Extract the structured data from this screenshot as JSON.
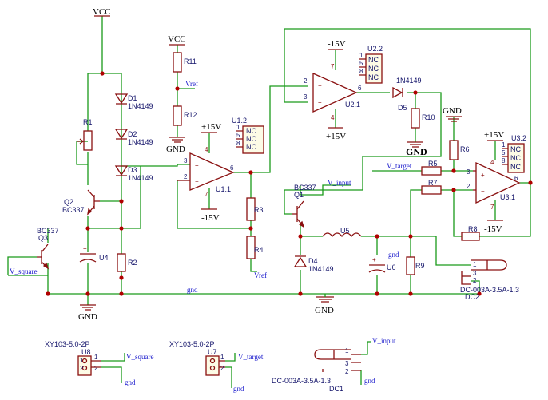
{
  "power": {
    "vcc_top": "VCC",
    "vcc_r11": "VCC",
    "gnd_r12": "GND",
    "gnd_left": "GND",
    "gnd_mid": "GND",
    "gnd_r10": "GND",
    "gnd_r6": "GND",
    "u2_neg": "-15V",
    "u2_pos": "+15V",
    "u1_pos": "+15V",
    "u1_neg": "-15V",
    "u3_pos": "+15V",
    "u3_neg": "-15V"
  },
  "nets": {
    "vref_top": "Vref",
    "vref_bottom": "Vref",
    "v_target": "V_target",
    "v_input": "V_input",
    "v_square": "V_square",
    "gnd_bus": "gnd",
    "gnd_u6": "gnd",
    "u8_sq": "V_square",
    "u8_gnd": "gnd",
    "u7_tg": "V_target",
    "u7_gnd": "gnd",
    "dc1_in": "V_input",
    "dc1_gnd": "gnd"
  },
  "components": {
    "d1": {
      "ref": "D1",
      "value": "1N4149"
    },
    "d2": {
      "ref": "D2",
      "value": "1N4149"
    },
    "d3": {
      "ref": "D3",
      "value": "1N4149"
    },
    "d4": {
      "ref": "D4",
      "value": "1N4149"
    },
    "d5": {
      "ref": "D5",
      "value": "1N4149"
    },
    "r1": "R1",
    "r2": "R2",
    "r3": "R3",
    "r4": "R4",
    "r5": "R5",
    "r6": "R6",
    "r7": "R7",
    "r8": "R8",
    "r9": "R9",
    "r10": "R10",
    "r11": "R11",
    "r12": "R12",
    "q1": {
      "ref": "Q1",
      "value": "BC337"
    },
    "q2": {
      "ref": "Q2",
      "value": "BC337"
    },
    "q3": {
      "ref": "Q3",
      "value": "BC337"
    },
    "u1": "U1.1",
    "u1b": "U1.2",
    "u2": "U2.1",
    "u2b": "U2.2",
    "u3": "U3.1",
    "u3b": "U3.2",
    "u4": "U4",
    "u5": "U5",
    "u6": "U6",
    "u7": {
      "ref": "U7",
      "value": "XY103-5.0-2P"
    },
    "u8": {
      "ref": "U8",
      "value": "XY103-5.0-2P"
    },
    "dc1": {
      "ref": "DC1",
      "value": "DC-003A-3.5A-1.3"
    },
    "dc2": {
      "ref": "DC2",
      "value": "DC-003A-3.5A-1.3"
    }
  },
  "pins": {
    "u1": {
      "in_plus": "3",
      "in_minus": "2",
      "out": "6",
      "vpos": "4",
      "vneg": "7"
    },
    "u2": {
      "in_minus": "2",
      "in_plus": "3",
      "out": "6",
      "vneg": "7",
      "vpos": "4"
    },
    "u3": {
      "in_plus": "3",
      "in_minus": "2",
      "out": "6",
      "vpos": "4",
      "vneg": "7"
    },
    "nc_block": {
      "p1": "1",
      "p5": "5",
      "p8": "8",
      "nc": "NC"
    },
    "dc": {
      "p1": "1",
      "p2": "2",
      "p3": "3"
    },
    "con2": {
      "p1": "1",
      "p2": "2"
    },
    "polarity": "+"
  }
}
